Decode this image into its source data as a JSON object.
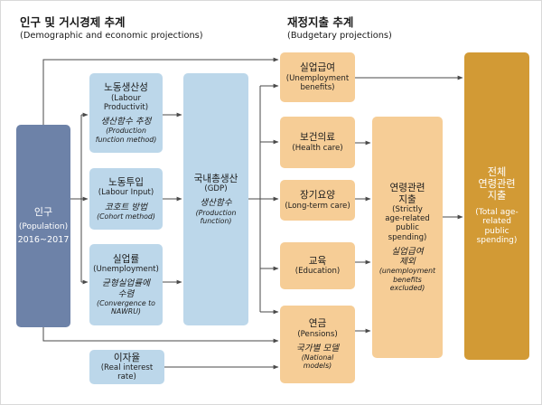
{
  "headers": {
    "left_title": "인구 및 거시경제 추계",
    "left_subtitle": "(Demographic and economic projections)",
    "right_title": "재정지출 추계",
    "right_subtitle": "(Budgetary projections)"
  },
  "population": {
    "label": "인구",
    "sub": "(Population)",
    "years": "2016~2017"
  },
  "labour_productivity": {
    "label": "노동생산성",
    "sub": "(Labour\nProductivit)",
    "method": "생산함수 추정",
    "method_en": "(Production\nfunction method)"
  },
  "labour_input": {
    "label": "노동투입",
    "sub": "(Labour Input)",
    "method": "코호트 방법",
    "method_en": "(Cohort method)"
  },
  "unemployment": {
    "label": "실업률",
    "sub": "(Unemployment)",
    "method": "균형실업률에\n수렴",
    "method_en": "(Convergence to\nNAWRU)"
  },
  "interest": {
    "label": "이자율",
    "sub": "(Real interest rate)"
  },
  "gdp": {
    "label": "국내총생산",
    "sub": "(GDP)",
    "method": "생산함수",
    "method_en": "(Production\nfunction)"
  },
  "unemp_benefits": {
    "label": "실업급여",
    "sub": "(Unemployment\nbenefits)"
  },
  "health_care": {
    "label": "보건의료",
    "sub": "(Health care)"
  },
  "long_term_care": {
    "label": "장기요양",
    "sub": "(Long-term care)"
  },
  "education": {
    "label": "교육",
    "sub": "(Education)"
  },
  "pensions": {
    "label": "연금",
    "sub": "(Pensions)",
    "method": "국가별 모델",
    "method_en": "(National\nmodels)"
  },
  "age_related": {
    "label": "연령관련\n지출",
    "sub": "(Strictly\nage-related\npublic\nspending)",
    "method": "실업급여\n제외",
    "method_en": "(unemployment\nbenefits\nexcluded)"
  },
  "total": {
    "label": "전체\n연령관련\n지출",
    "sub": "(Total age-\nrelated\npublic\nspending)"
  },
  "colors": {
    "population": "#6d82a8",
    "macro_inputs": "#bcd7ea",
    "budget_items": "#f6cd96",
    "total": "#d29a35",
    "arrow": "#4a4a4a"
  }
}
